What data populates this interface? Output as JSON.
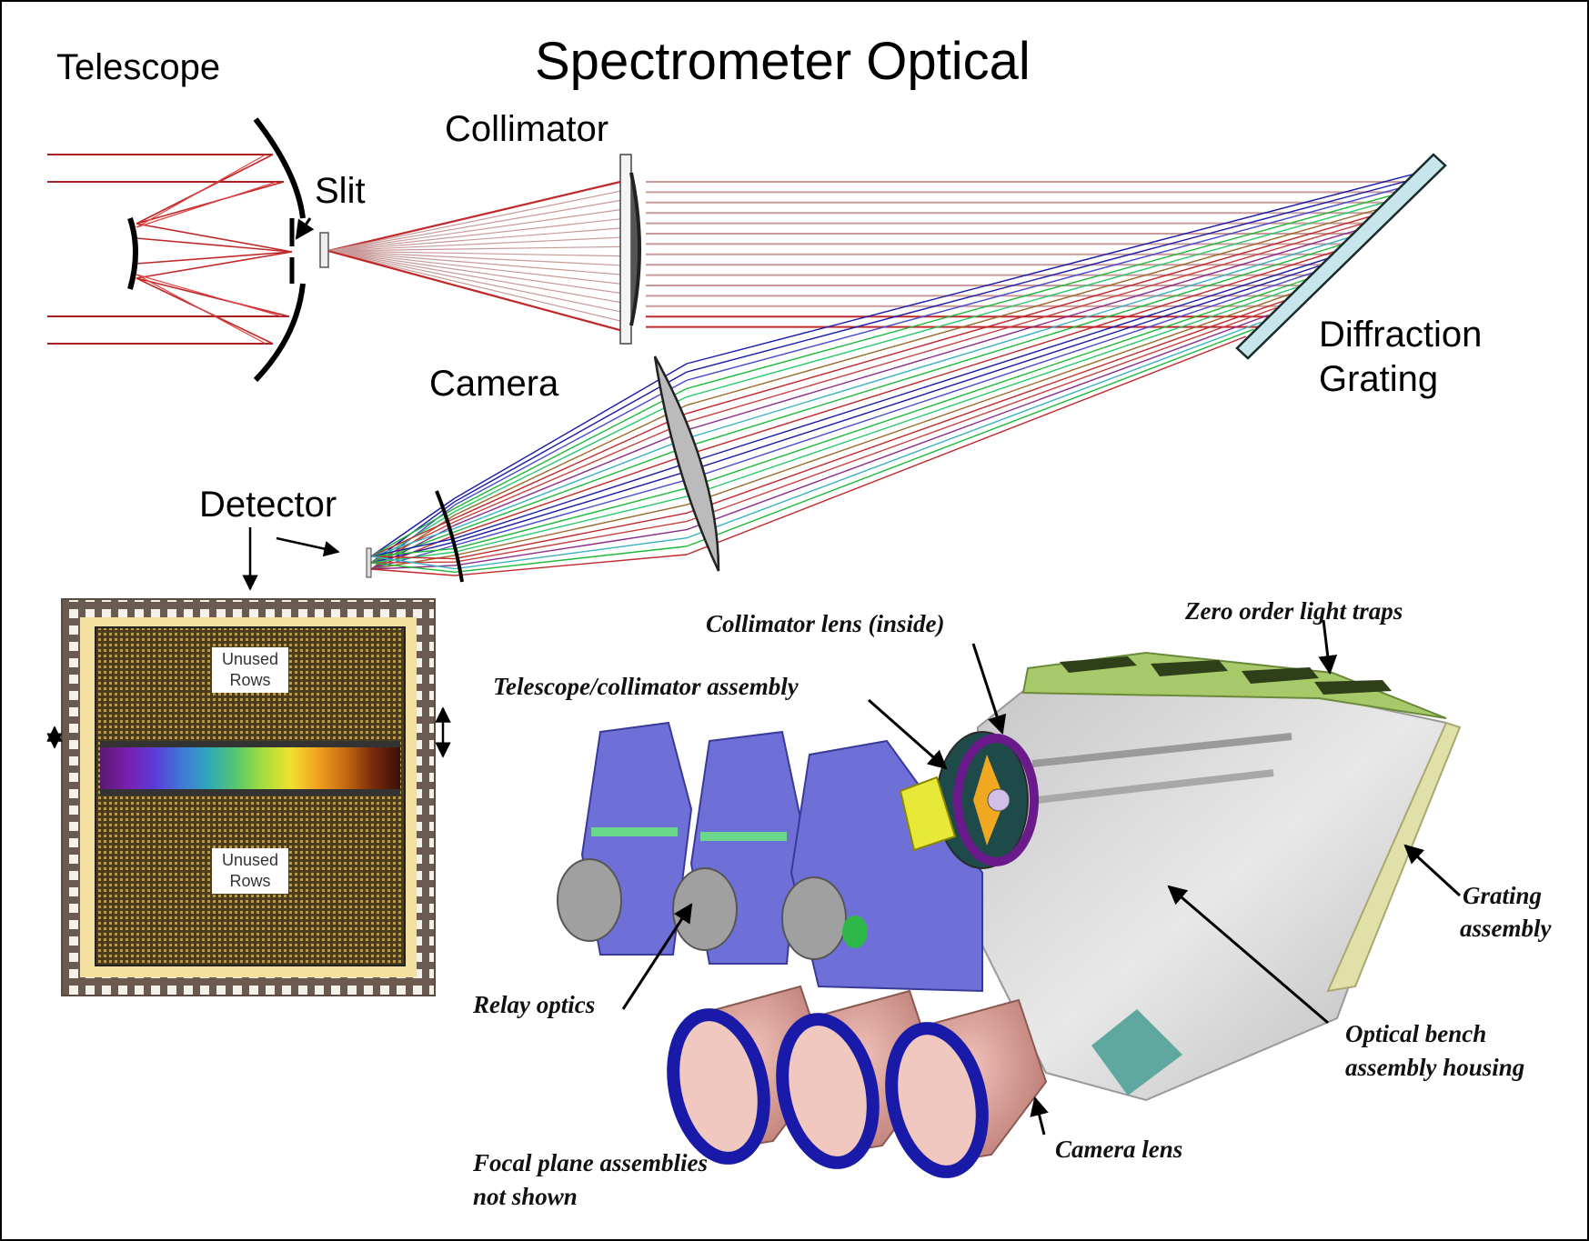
{
  "title": "Spectrometer Optical",
  "optical_labels": {
    "telescope": "Telescope",
    "slit": "Slit",
    "collimator": "Collimator",
    "camera": "Camera",
    "detector": "Detector",
    "diffraction_grating_line1": "Diffraction",
    "diffraction_grating_line2": "Grating"
  },
  "detector_chip": {
    "unused_rows_top": [
      "Unused",
      "Rows"
    ],
    "unused_rows_bottom": [
      "Unused",
      "Rows"
    ],
    "spectrum_colors": [
      "#5a1a6e",
      "#7a1fb0",
      "#5a3cd8",
      "#3f78d8",
      "#2fa9b8",
      "#58c86a",
      "#a6de3c",
      "#f0e030",
      "#f0a020",
      "#c46a10",
      "#7a2a0a",
      "#3a1008"
    ]
  },
  "assembly_labels": {
    "collimator_lens": "Collimator lens (inside)",
    "telescope_collimator": "Telescope/collimator assembly",
    "zero_order": "Zero order light traps",
    "grating_assembly_line1": "Grating",
    "grating_assembly_line2": "assembly",
    "relay_optics": "Relay optics",
    "optical_bench_line1": "Optical bench",
    "optical_bench_line2": "assembly housing",
    "camera_lens": "Camera lens",
    "focal_plane_line1": "Focal plane assemblies",
    "focal_plane_line2": "not shown"
  },
  "colors": {
    "ray_red": "#c0282a",
    "ray_pale": "#c99a9a",
    "ray_blue": "#1a1aa8",
    "ray_green": "#1fb83a",
    "grating_fill": "#c6e6ec",
    "chip_gold": "#f3dfa0",
    "chip_die": "#4a3c1c",
    "housing": "#d6d6d6",
    "relay_purple": "#6f6fd8",
    "lens_pink": "#d99a92",
    "lens_ring": "#1a1aa8",
    "traps_green": "#a8c96a"
  }
}
